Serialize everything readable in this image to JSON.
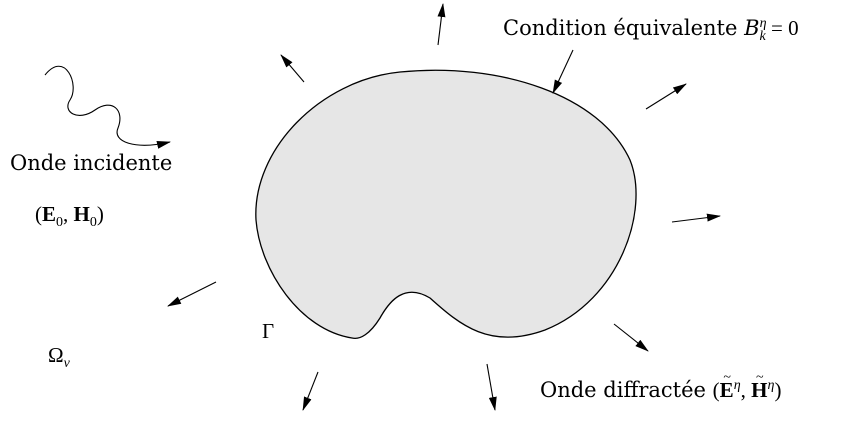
{
  "labels": {
    "condition": {
      "text": "Condition équivalente",
      "symbol": "B",
      "sup": "η",
      "sub": "k",
      "rhs": "= 0"
    },
    "incident": {
      "text": "Onde incidente",
      "field1": "E",
      "sub1": "0",
      "sep": ",",
      "field2": "H",
      "sub2": "0"
    },
    "diffracted": {
      "text": "Onde diffractée",
      "field1": "E",
      "sup1": "η",
      "sep": ",",
      "field2": "H",
      "sup2": "η"
    },
    "boundary": "Γ",
    "domain": {
      "symbol": "Ω",
      "sub": "v"
    }
  },
  "colors": {
    "obstacle_fill": "#e6e6e6",
    "stroke": "#000000"
  }
}
